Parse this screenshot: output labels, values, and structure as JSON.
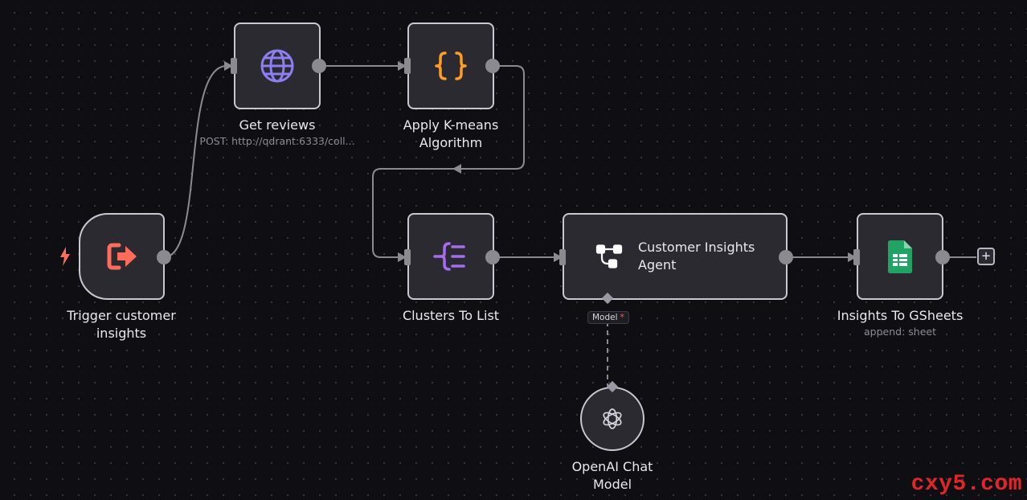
{
  "nodes": {
    "trigger": {
      "label": "Trigger customer insights",
      "icon": "exit-arrow-icon"
    },
    "get_reviews": {
      "label": "Get reviews",
      "subtitle": "POST: http://qdrant:6333/coll...",
      "icon": "globe-icon"
    },
    "kmeans": {
      "label": "Apply K-means Algorithm",
      "icon": "braces-icon"
    },
    "clusters": {
      "label": "Clusters To List",
      "icon": "split-out-icon"
    },
    "agent": {
      "label": "Customer Insights Agent",
      "icon": "agent-tree-icon",
      "model_port_label": "Model",
      "model_required_mark": "*"
    },
    "openai": {
      "label": "OpenAI Chat Model",
      "icon": "openai-icon"
    },
    "gsheets": {
      "label": "Insights To GSheets",
      "subtitle": "append: sheet",
      "icon": "google-sheets-icon"
    }
  },
  "add_button": {
    "symbol": "+"
  },
  "watermark": "cxy5.com",
  "colors": {
    "canvas_bg": "#0f0e13",
    "node_bg": "#2b2a31",
    "node_border": "#c9c7d0",
    "connector": "#8b8a91",
    "trigger_accent": "#ff6d5a",
    "code_accent": "#ff9b26",
    "http_accent": "#8d7ff2",
    "splitout_accent": "#a66cf0",
    "sheets_accent": "#1fa463",
    "watermark": "#e1262a"
  }
}
